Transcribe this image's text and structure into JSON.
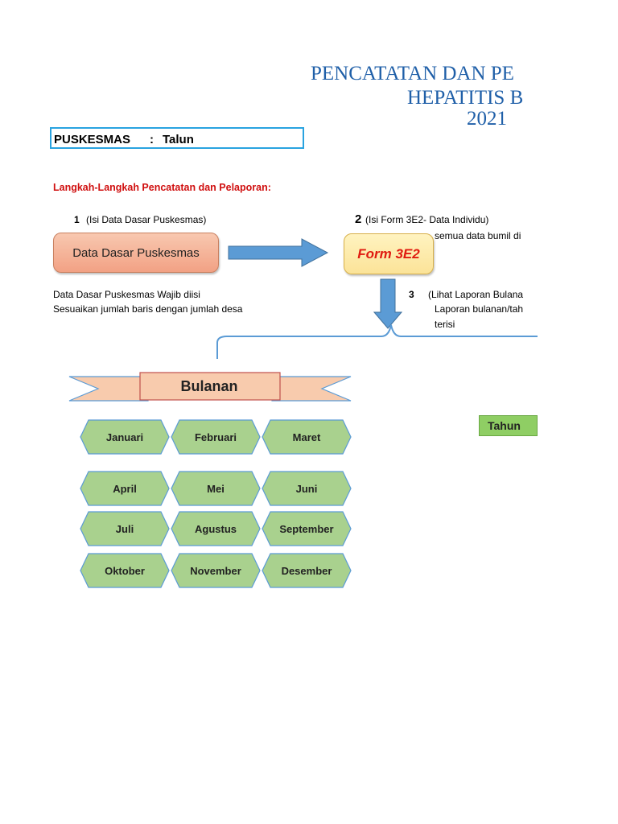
{
  "title": {
    "line1": "PENCATATAN DAN PE",
    "line2": "HEPATITIS B",
    "line3": "2021"
  },
  "puskesmas": {
    "label": "PUSKESMAS",
    "separator": ":",
    "value": "Talun"
  },
  "steps_heading": "Langkah-Langkah  Pencatatan dan Pelaporan:",
  "step1": {
    "number": "1",
    "desc": "(Isi Data Dasar Puskesmas)",
    "box_label": "Data Dasar Puskesmas",
    "note1": "Data Dasar Puskesmas Wajib diisi",
    "note2": "Sesuaikan jumlah baris dengan jumlah desa"
  },
  "step2": {
    "number": "2",
    "desc": "(Isi Form 3E2- Data Individu)",
    "note": "semua data bumil di",
    "box_label": "Form 3E2"
  },
  "step3": {
    "number": "3",
    "desc": "(Lihat Laporan  Bulana",
    "note1": "Laporan bulanan/tah",
    "note2": "terisi"
  },
  "bulanan_label": "Bulanan",
  "tahun_label": "Tahun",
  "months": [
    "Januari",
    "Februari",
    "Maret",
    "April",
    "Mei",
    "Juni",
    "Juli",
    "Agustus",
    "September",
    "Oktober",
    "November",
    "Desember"
  ],
  "colors": {
    "title_blue": "#1f5fa8",
    "heading_red": "#d01010",
    "month_green": "#a9d18e",
    "arrow_blue": "#5b9bd5",
    "form_red": "#e01b10"
  }
}
